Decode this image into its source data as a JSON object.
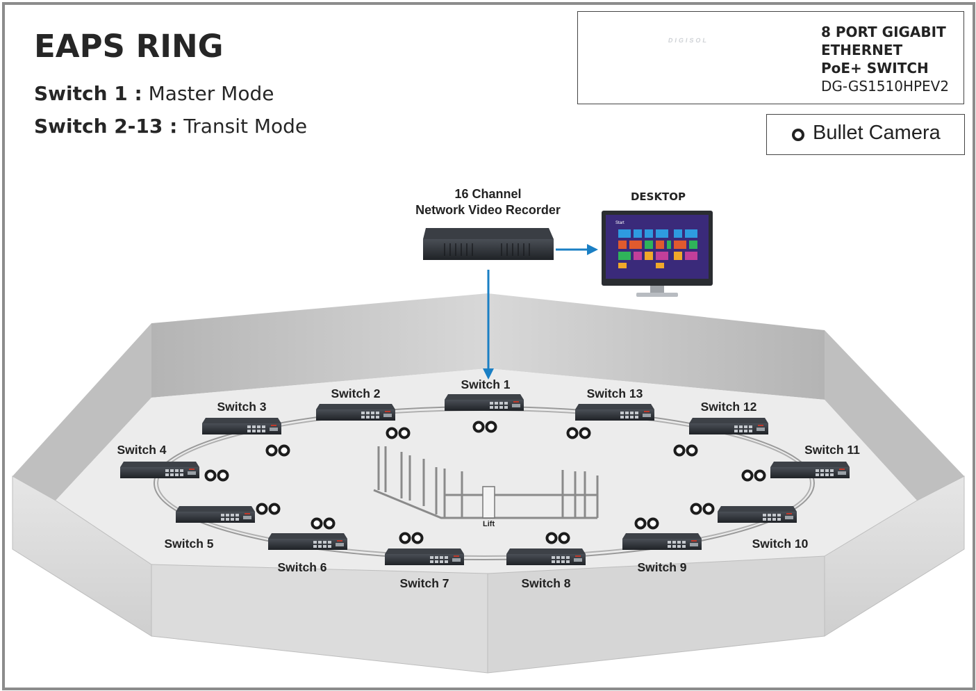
{
  "title": "EAPS RING",
  "modes": [
    {
      "key": "Switch 1 :",
      "value": "Master Mode"
    },
    {
      "key": "Switch 2-13 :",
      "value": "Transit Mode"
    }
  ],
  "product": {
    "line1": "8 PORT GIGABIT",
    "line2": "ETHERNET",
    "line3": "PoE+ SWITCH",
    "model": "DG-GS1510HPEV2",
    "brand": "DIGISOL"
  },
  "legend": {
    "icon": "bullet-camera-icon",
    "label": "Bullet Camera"
  },
  "nvr": {
    "line1": "16 Channel",
    "line2": "Network Video Recorder"
  },
  "desktop": {
    "label": "DESKTOP",
    "screen_text": "Start"
  },
  "lift": {
    "label": "Lift"
  },
  "switches": [
    {
      "label": "Switch 1"
    },
    {
      "label": "Switch 2"
    },
    {
      "label": "Switch 3"
    },
    {
      "label": "Switch 4"
    },
    {
      "label": "Switch 5"
    },
    {
      "label": "Switch 6"
    },
    {
      "label": "Switch 7"
    },
    {
      "label": "Switch 8"
    },
    {
      "label": "Switch 9"
    },
    {
      "label": "Switch 10"
    },
    {
      "label": "Switch 11"
    },
    {
      "label": "Switch 12"
    },
    {
      "label": "Switch 13"
    }
  ],
  "colors": {
    "arrow": "#1a7fc4",
    "device": "#2e3238",
    "wall": "#c8c8c8",
    "floor": "#ececec"
  }
}
